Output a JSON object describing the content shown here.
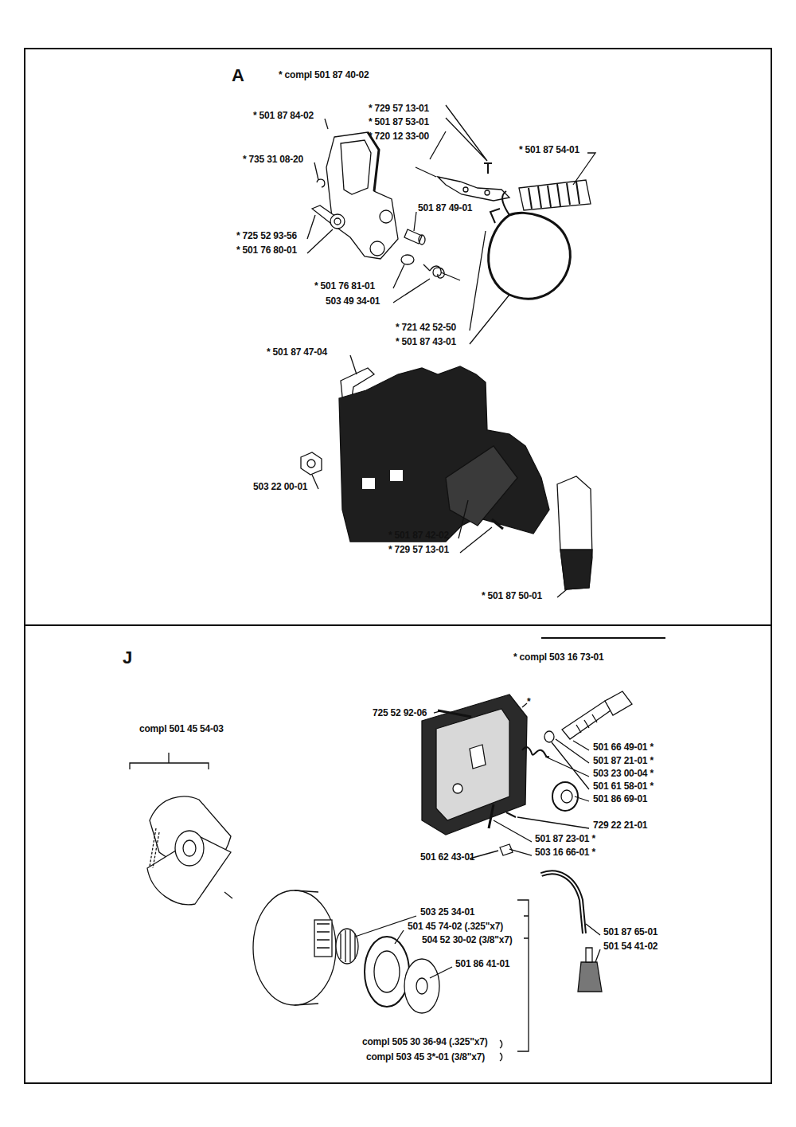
{
  "diagram": {
    "labels": [
      "A",
      "* compl 501 87 40-02",
      "* 729 57 13-01",
      "* 501 87 84-02",
      "* 501 87 53-01",
      "* 720 12 33-00",
      "* 501 87 54-01",
      "* 735 31 08-20",
      "501 87 49-01",
      "* 725 52 93-56",
      "* 501 76 80-01",
      "* 501 76 81-01",
      "503 49 34-01",
      "* 721 42 52-50",
      "* 501 87 43-01",
      "* 501 87 47-04",
      "503 22 00-01",
      "* 501 87 42-02",
      "* 729 57 13-01",
      "* 501 87 50-01",
      "J",
      "* compl 503 16 73-01",
      "725 52 92-06",
      "*",
      "compl 501 45 54-03",
      "501 66 49-01 *",
      "501 87 21-01 *",
      "503 23 00-04 *",
      "501 61 58-01 *",
      "501 86 69-01",
      "729 22 21-01",
      "501 87 23-01 *",
      "503 16 66-01 *",
      "501 62 43-01",
      "503 25 34-01",
      "501 45 74-02 (.325\"x7)",
      "504 52 30-02 (3/8\"x7)",
      "501 86 41-01",
      "501 87 65-01",
      "501 54 41-02",
      "compl 505 30 36-94 (.325\"x7)",
      "compl 503 45 3*-01 (3/8\"x7)"
    ]
  }
}
